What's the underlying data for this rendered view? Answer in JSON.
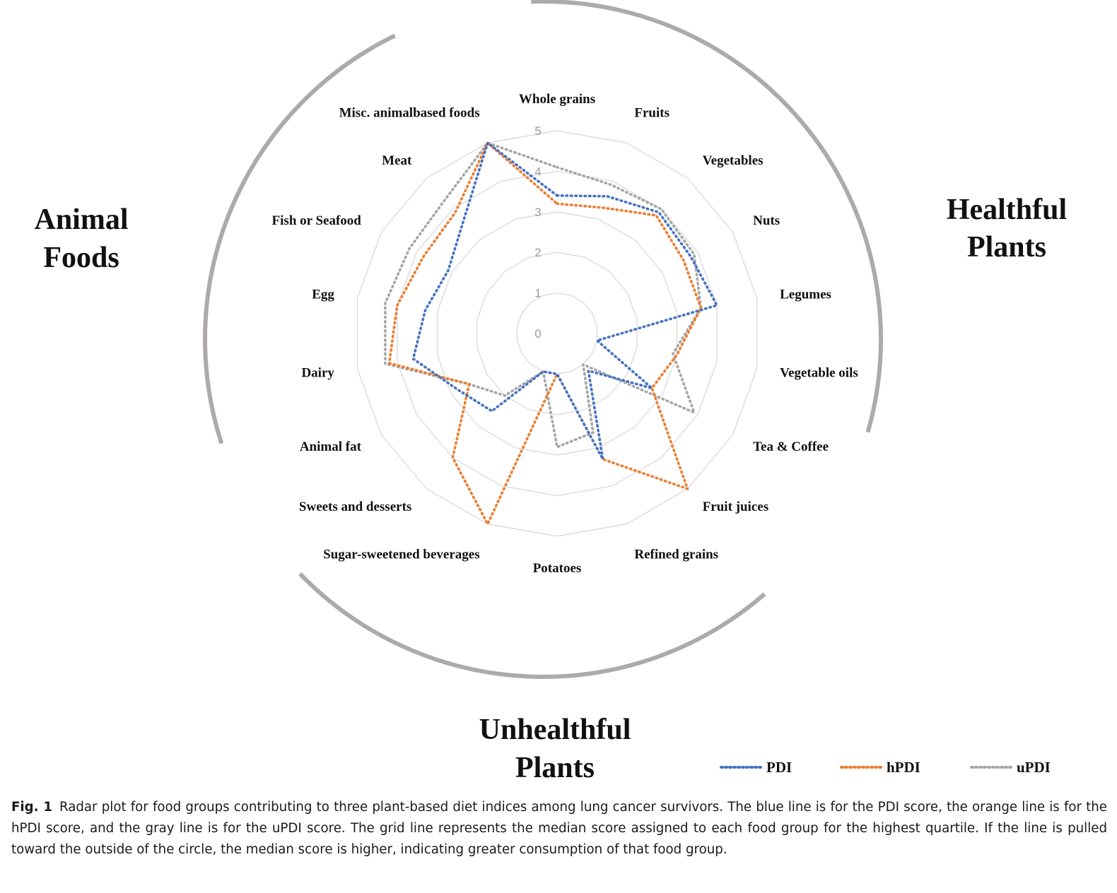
{
  "chart_data": {
    "type": "radar",
    "categories": [
      "Whole grains",
      "Fruits",
      "Vegetables",
      "Nuts",
      "Legumes",
      "Vegetable oils",
      "Tea & Coffee",
      "Fruit juices",
      "Refined grains",
      "Potatoes",
      "Sugar-sweetened beverages",
      "Sweets and desserts",
      "Animal fat",
      "Dairy",
      "Egg",
      "Fish or Seafood",
      "Meat",
      "Misc. animalbased foods"
    ],
    "ticks": [
      "0",
      "1",
      "2",
      "3",
      "4",
      "5"
    ],
    "rlim": [
      0,
      5
    ],
    "series": [
      {
        "name": "PDI",
        "color": "#4472C4",
        "values": [
          3.4,
          3.6,
          3.9,
          3.8,
          4.0,
          1.0,
          2.7,
          1.2,
          3.3,
          1.0,
          1.0,
          2.5,
          2.8,
          3.6,
          3.3,
          3.1,
          3.6,
          5.0
        ]
      },
      {
        "name": "hPDI",
        "color": "#ED7D31",
        "values": [
          3.2,
          3.3,
          3.8,
          3.6,
          3.6,
          3.0,
          2.7,
          5.0,
          3.3,
          1.0,
          5.0,
          4.0,
          2.5,
          4.2,
          4.0,
          3.8,
          3.9,
          5.0
        ]
      },
      {
        "name": "uPDI",
        "color": "#A5A5A5",
        "values": [
          4.1,
          3.9,
          4.0,
          3.9,
          3.6,
          2.9,
          3.9,
          1.0,
          2.6,
          2.8,
          1.0,
          2.0,
          2.5,
          4.3,
          4.3,
          4.2,
          4.3,
          5.0
        ]
      }
    ],
    "groups": {
      "healthful": "Healthful Plants",
      "unhealthful": "Unhealthful Plants",
      "animal": "Animal Foods"
    }
  },
  "group_labels": {
    "animal_line1": "Animal",
    "animal_line2": "Foods",
    "healthful_line1": "Healthful",
    "healthful_line2": "Plants",
    "unhealthful_line1": "Unhealthful",
    "unhealthful_line2": "Plants"
  },
  "legend": {
    "pdi": "PDI",
    "hpdi": "hPDI",
    "updi": "uPDI"
  },
  "caption": {
    "fig_label": "Fig. 1",
    "text": "Radar plot for food groups contributing to three plant-based diet indices among lung cancer survivors. The blue line is for the PDI score, the orange line is for the hPDI score, and the gray line is for the uPDI score. The grid line represents the median score assigned to each food group for the highest quartile. If the line is pulled toward the outside of the circle, the median score is higher, indicating greater consumption of that food group."
  },
  "colors": {
    "grid": "#d9d9d9",
    "arc": "#adaaab"
  }
}
